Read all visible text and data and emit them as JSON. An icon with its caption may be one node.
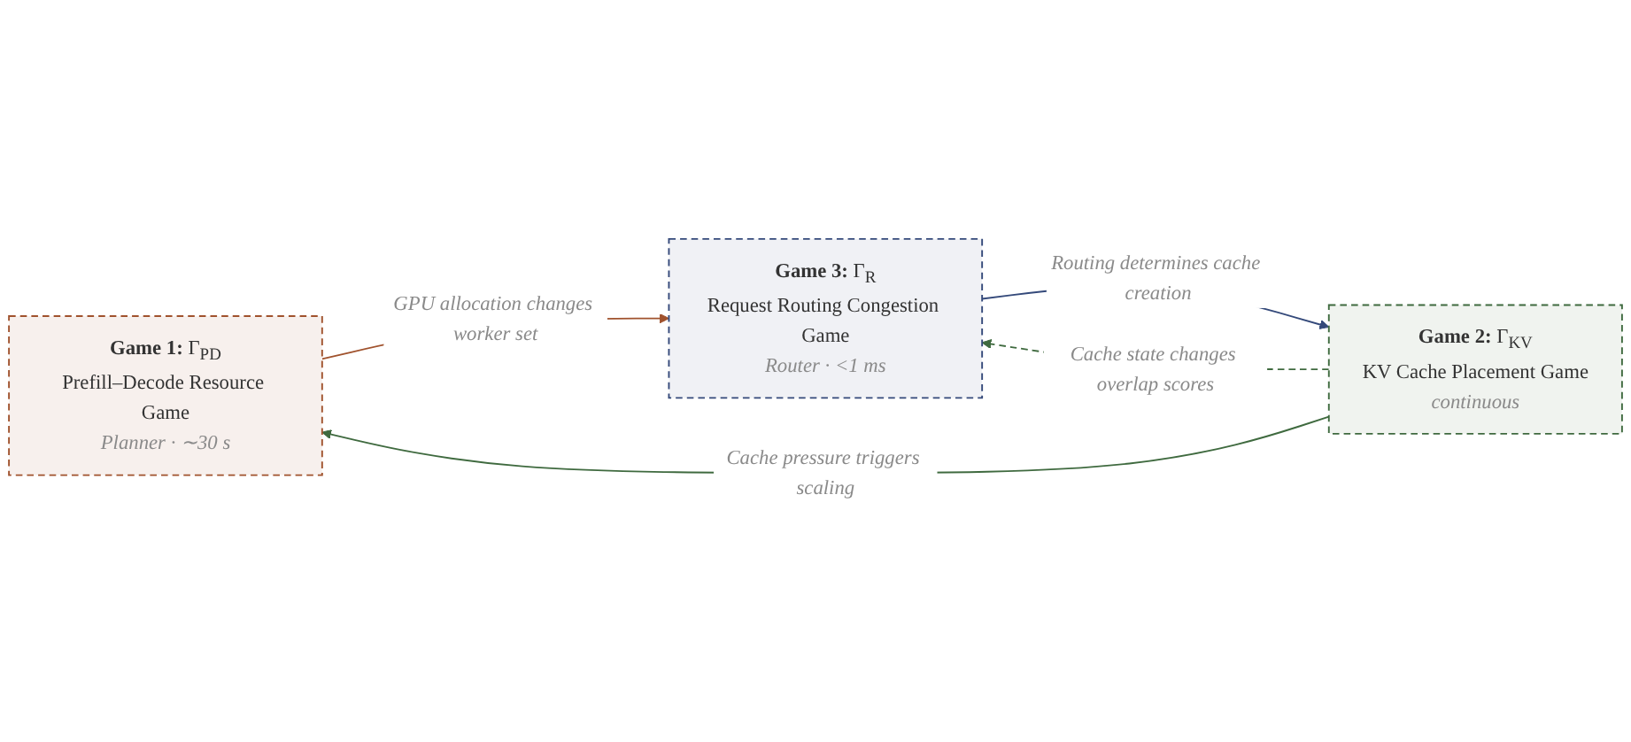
{
  "diagram": {
    "nodes": [
      {
        "text": [
          "**Game 1:** Γ$_{PD}$",
          "Prefill–Decode Resource Game",
          "Planner · ∼30 s"
        ]
      },
      {
        "text": [
          "**Game 3:** Γ$_{R}$",
          "Request Routing Congestion Game",
          "Router · <1 ms"
        ]
      },
      {
        "text": [
          "**Game 2:** Γ$_{KV}$",
          "KV Cache Placement Game",
          "continuous"
        ]
      }
    ],
    "edges": [
      {
        "from": 0,
        "to": 1,
        "arrow": "to",
        "label": "GPU allocation changes worker set",
        "color": "#a0522d"
      },
      {
        "from": 1,
        "to": 2,
        "arrow": "to",
        "label": "Routing determines cache creation",
        "color": "#34497a"
      },
      {
        "from": 2,
        "to": 0,
        "arrow": "to",
        "label": "Cache pressure triggers scaling",
        "color": "#3f6a3f"
      },
      {
        "from": 2,
        "to": 1,
        "arrow": "to",
        "label": "Cache state changes overlap scores",
        "style": "dashed",
        "color": "#3f6a3f"
      }
    ]
  }
}
